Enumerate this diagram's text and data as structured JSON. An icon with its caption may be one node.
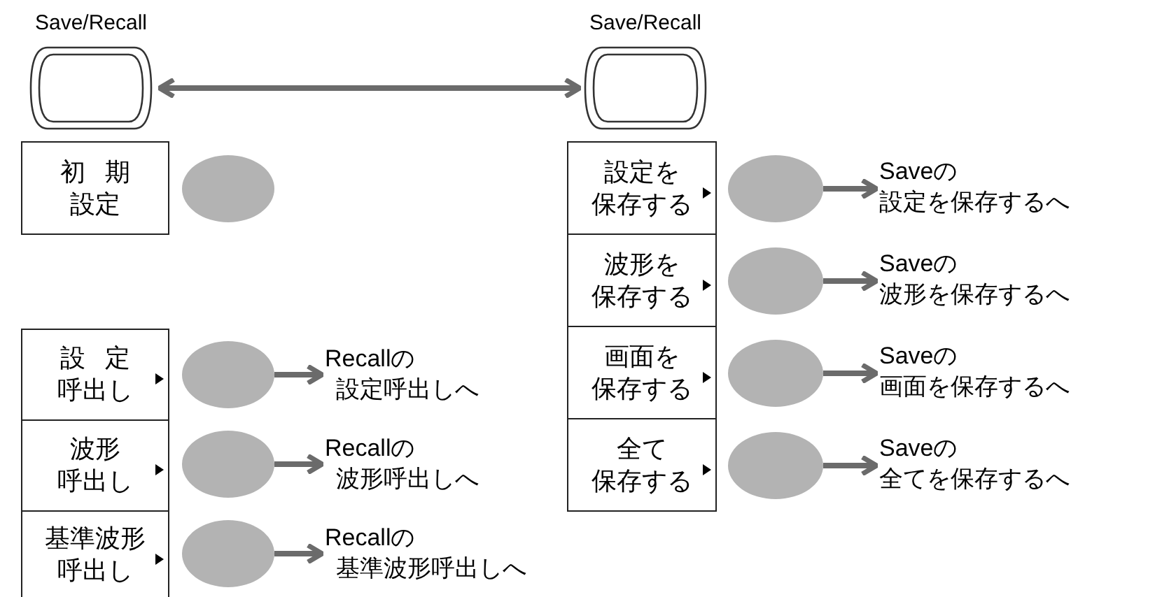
{
  "diagram": {
    "nodes": [
      {
        "text": [
          "Save/Recall"
        ]
      },
      {
        "text": [
          "Save/Recall"
        ]
      },
      {
        "text": [
          "初期設定"
        ]
      },
      {
        "text": [],
        "shape": "ellipse"
      },
      {
        "text": [
          "設定呼出し"
        ]
      },
      {
        "text": [],
        "shape": "ellipse"
      },
      {
        "text": [
          "Recallの設定呼出しへ"
        ]
      },
      {
        "text": [
          "波形呼出し"
        ]
      },
      {
        "text": [],
        "shape": "ellipse"
      },
      {
        "text": [
          "Recallの波形呼出しへ"
        ]
      },
      {
        "text": [
          "基準波形呼出し"
        ]
      },
      {
        "text": [],
        "shape": "ellipse"
      },
      {
        "text": [
          "Recallの基準波形呼出しへ"
        ]
      },
      {
        "text": [
          "設定を保存する"
        ]
      },
      {
        "text": [],
        "shape": "ellipse"
      },
      {
        "text": [
          "Saveの設定を保存するへ"
        ]
      },
      {
        "text": [
          "波形を保存する"
        ]
      },
      {
        "text": [],
        "shape": "ellipse"
      },
      {
        "text": [
          "Saveの波形を保存するへ"
        ]
      },
      {
        "text": [
          "画面を保存する"
        ]
      },
      {
        "text": [],
        "shape": "ellipse"
      },
      {
        "text": [
          "Saveの画面を保存するへ"
        ]
      },
      {
        "text": [
          "全て保存する"
        ]
      },
      {
        "text": [],
        "shape": "ellipse"
      },
      {
        "text": [
          "Saveの全てを保存するへ"
        ]
      }
    ],
    "edges": [
      {
        "from": 0,
        "to": 1,
        "arrow": "both"
      },
      {
        "from": 5,
        "to": 6,
        "arrow": "to"
      },
      {
        "from": 8,
        "to": 9,
        "arrow": "to"
      },
      {
        "from": 11,
        "to": 12,
        "arrow": "to"
      },
      {
        "from": 14,
        "to": 15,
        "arrow": "to"
      },
      {
        "from": 17,
        "to": 18,
        "arrow": "to"
      },
      {
        "from": 20,
        "to": 21,
        "arrow": "to"
      },
      {
        "from": 23,
        "to": 24,
        "arrow": "to"
      }
    ]
  }
}
